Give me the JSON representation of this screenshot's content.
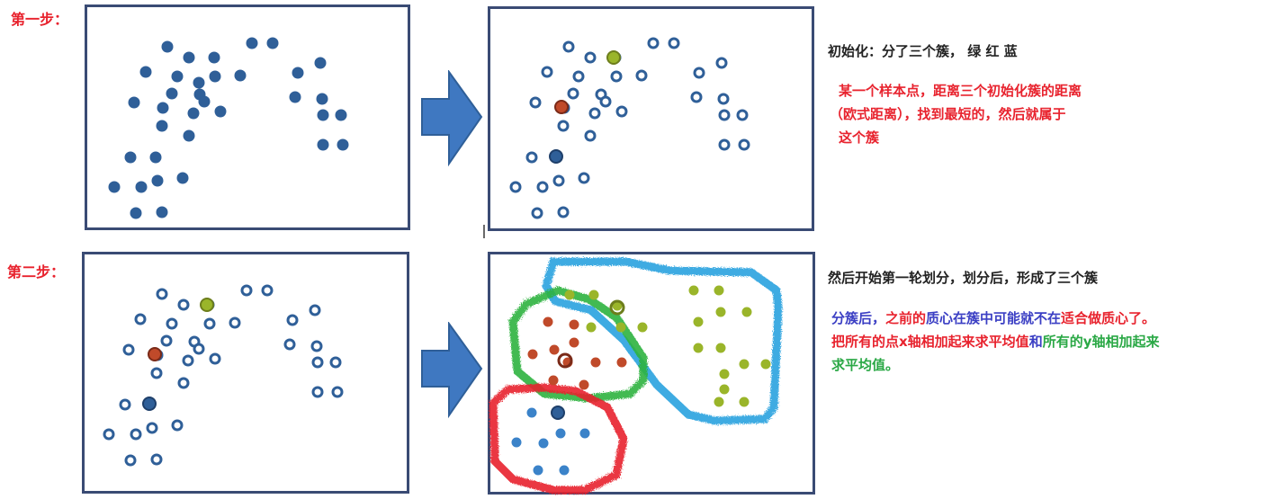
{
  "steps": {
    "step1": "第一步：",
    "step2": "第二步："
  },
  "top_right": {
    "line1": "初始化：分了三个簇，  绿   红   蓝",
    "para_lines": [
      "某一个样本点，距离三个初始化簇的距离",
      "（欧式距离），找到最短的，然后就属于",
      "这个簇"
    ]
  },
  "bottom_right": {
    "line1": "然后开始第一轮划分，划分后，形成了三个簇",
    "seg_a": "分簇后，",
    "seg_b": "之前的",
    "seg_c": "质心在簇中可能就不在",
    "seg_d": "适合做质心了。",
    "seg_e": "把所有的点x轴相加起来求平均值",
    "seg_f": "和",
    "seg_g": "所有的y轴相加起来",
    "seg_h": "求平均值。"
  },
  "colors": {
    "point_blue": "#2f5f98",
    "green_point": "#9ab52a",
    "red_point": "#c04a2a",
    "blue_cluster_point": "#3b83c9",
    "arrow": "#3f78c1"
  },
  "panels": {
    "panel1": {
      "type": "points",
      "style": "filled"
    },
    "panel2": {
      "type": "points",
      "style": "hollow",
      "centroids": [
        "green",
        "red",
        "blue"
      ]
    },
    "panel3": {
      "type": "points",
      "style": "hollow",
      "centroids": [
        "green",
        "red",
        "blue"
      ]
    },
    "panel4": {
      "type": "clusters",
      "clusters": [
        "blue",
        "green",
        "red"
      ]
    }
  }
}
